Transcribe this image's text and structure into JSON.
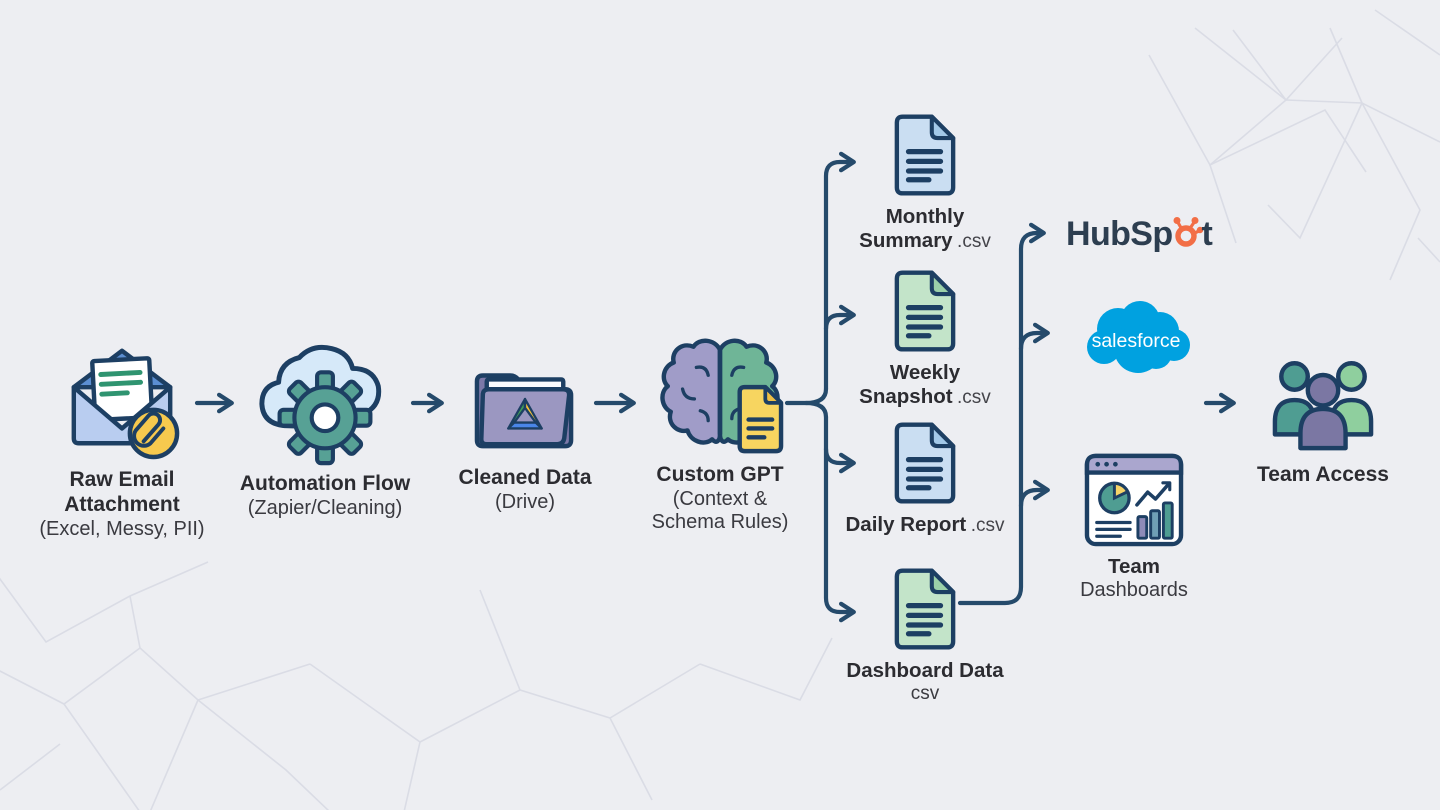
{
  "colors": {
    "background": "#edeef2",
    "connector_navy": "#254a6b",
    "icon_outline": "#1d3f63",
    "text_primary": "#2c2c31",
    "text_secondary": "#3a3a40",
    "hubspot_orange": "#f26e46",
    "hubspot_slate": "#2d3e50",
    "salesforce_blue": "#00a1e0",
    "doc_blue": "#cadef2",
    "doc_green": "#c3e4c9",
    "folder_purple": "#9b97c1",
    "gear_teal": "#57a195",
    "paperclip_yellow": "#f6c94e"
  },
  "nodes": {
    "raw_email": {
      "title_line1": "Raw Email",
      "title_line2": "Attachment",
      "subtitle": "(Excel, Messy, PII)"
    },
    "automation": {
      "title": "Automation Flow",
      "subtitle": "(Zapier/Cleaning)"
    },
    "cleaned_data": {
      "title": "Cleaned Data",
      "subtitle": "(Drive)"
    },
    "custom_gpt": {
      "title": "Custom GPT",
      "subtitle_line1": "(Context &",
      "subtitle_line2": "Schema Rules)"
    },
    "monthly_summary": {
      "title_line1": "Monthly",
      "title_line2": "Summary",
      "extension": ".csv"
    },
    "weekly_snapshot": {
      "title_line1": "Weekly",
      "title_line2": "Snapshot",
      "extension": ".csv"
    },
    "daily_report": {
      "title": "Daily Report",
      "extension": ".csv"
    },
    "dashboard_data": {
      "title": "Dashboard Data",
      "extension": "csv"
    },
    "hubspot": {
      "brand_part1": "HubSp",
      "brand_part2": "t"
    },
    "salesforce": {
      "brand": "salesforce"
    },
    "team_dashboards": {
      "title_line1": "Team",
      "title_line2": "Dashboards"
    },
    "team_access": {
      "title": "Team Access"
    }
  }
}
